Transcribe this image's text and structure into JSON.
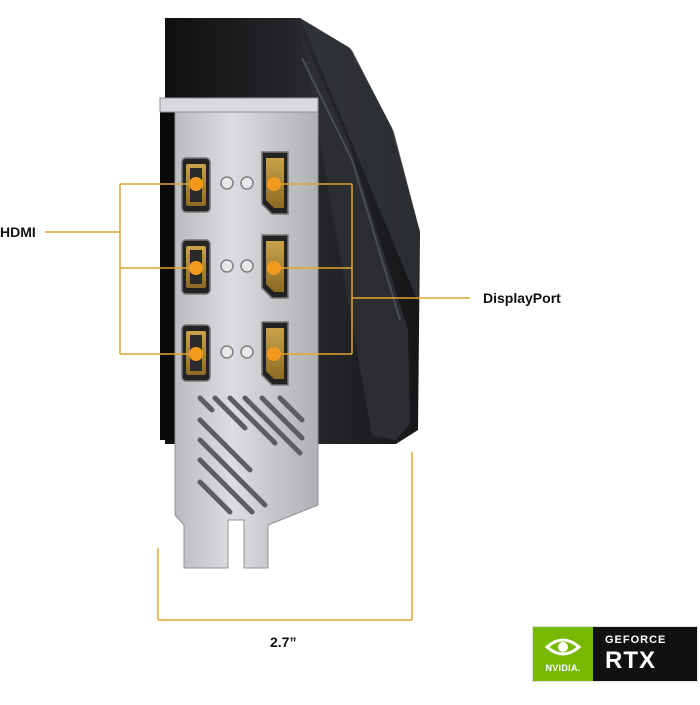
{
  "labels": {
    "hdmi": "HDMI",
    "displayport": "DisplayPort",
    "width": "2.7”"
  },
  "badge": {
    "brand": "NVIDIA.",
    "line1": "GEFORCE",
    "line2": "RTX"
  },
  "colors": {
    "accent_orange": "#f39a1e",
    "callout_line": "#e0a531",
    "bracket_metal": "#c7c9cb",
    "shroud": "#1e1f21",
    "nvidia_green": "#76b900"
  }
}
